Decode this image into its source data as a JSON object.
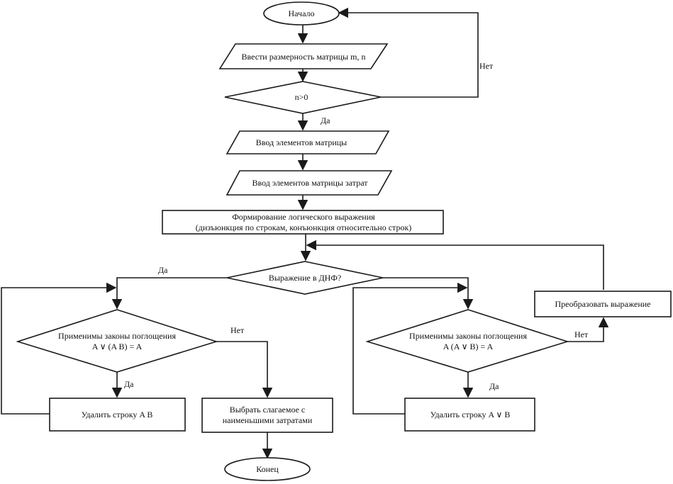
{
  "flowchart": {
    "start": "Начало",
    "input_size": "Ввести размерность матрицы m, n",
    "check_n": "n>0",
    "input_elements": "Ввод элементов матрицы",
    "input_cost_elements": "Ввод элементов матрицы затрат",
    "form_expression": {
      "line1": "Формирование логического выражения",
      "line2": "(дизъюнкция по строкам,  конъюнкция относительно строк)"
    },
    "check_dnf": "Выражение в ДНФ?",
    "left_absorption": {
      "line1": "Применимы законы поглощения",
      "line2": "A ∨ (A B) = A"
    },
    "right_absorption": {
      "line1": "Применимы законы поглощения",
      "line2": "A (A ∨ B) = A"
    },
    "delete_row_left": "Удалить строку A B",
    "delete_row_right": "Удалить строку A ∨ B",
    "choose_term": {
      "line1": "Выбрать слагаемое с",
      "line2": "наименьшими затратами"
    },
    "transform": "Преобразовать выражение",
    "end": "Конец",
    "labels": {
      "no_n": "Нет",
      "yes_n": "Да",
      "yes_dnf": "Да",
      "no_left": "Нет",
      "yes_left": "Да",
      "no_right": "Нет",
      "yes_right": "Да"
    }
  }
}
